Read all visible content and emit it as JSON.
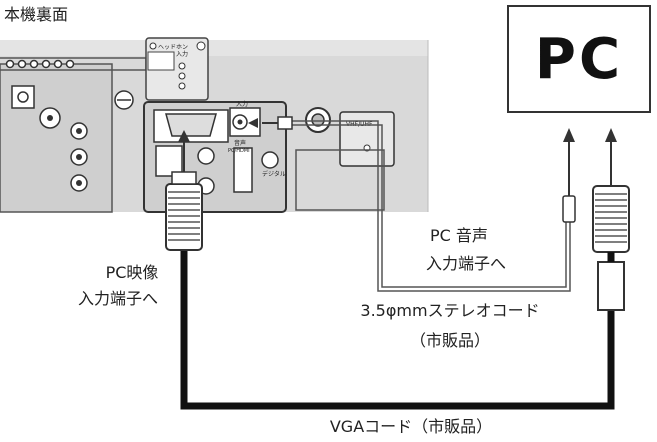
{
  "back_panel": {
    "title": "本機裏面"
  },
  "pc": {
    "label": "PC"
  },
  "labels": {
    "pc_video_line1": "PC映像",
    "pc_video_line2": "入力端子へ",
    "pc_audio_line1": "PC 音声",
    "pc_audio_line2": "入力端子へ",
    "stereo_cord_line1": "3.5φmmステレオコード",
    "stereo_cord_line2": "（市販品）",
    "vga_cord": "VGAコード（市販品）"
  },
  "panel_labels": {
    "headphone": "ヘッドホン",
    "input1": "入力",
    "input2": "入力",
    "audio": "音声",
    "pc_hdmi": "PC/HDMI",
    "vhf_uhf": "VHF/UHF",
    "digital": "デジタル"
  },
  "colors": {
    "panel": "#d9d9d9",
    "cable": "#111111",
    "line": "#333333"
  }
}
